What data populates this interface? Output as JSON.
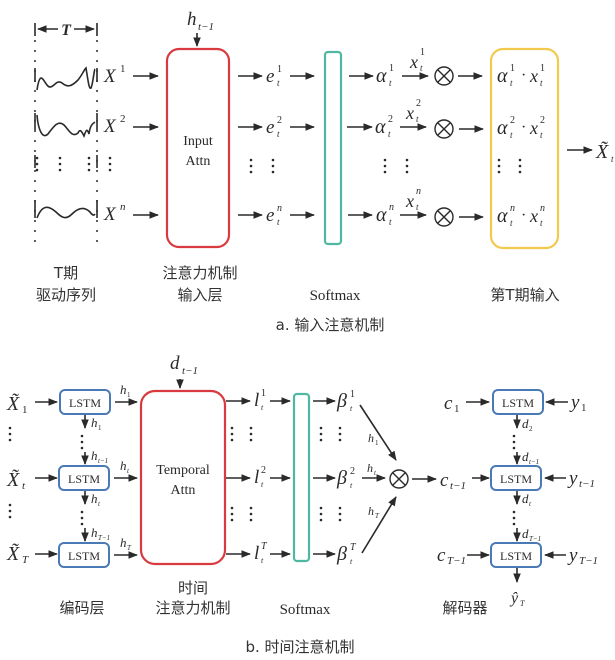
{
  "colors": {
    "input_attn_border": "#d93a3f",
    "softmax_border": "#4fb8a0",
    "output_box_border": "#f2c94c",
    "lstm_border": "#4a7ab5",
    "ink": "#2a2a2a"
  },
  "part_a": {
    "caption": "a. 输入注意机制",
    "window_label": "T",
    "series_labels": [
      "X",
      "X",
      "X"
    ],
    "series_superscripts": [
      "1",
      "2",
      "n"
    ],
    "context_label": "h",
    "context_sub": "t−1",
    "input_attn_box": {
      "line1": "Input",
      "line2": "Attn"
    },
    "e_labels": [
      "e",
      "e",
      "e"
    ],
    "e_superscripts": [
      "1",
      "2",
      "n"
    ],
    "t_sub": "t",
    "alpha_labels": [
      "α",
      "α",
      "α"
    ],
    "alpha_superscripts": [
      "1",
      "2",
      "n"
    ],
    "x_labels": [
      "x",
      "x",
      "x"
    ],
    "x_superscripts": [
      "1",
      "2",
      "n"
    ],
    "otimes": "⊗",
    "products": [
      "α · x",
      "α · x",
      "α · x"
    ],
    "output_label": "X̃",
    "output_sub": "t",
    "bottom_labels": {
      "series_line1": "T期",
      "series_line2": "驱动序列",
      "attn_line1": "注意力机制",
      "attn_line2": "输入层",
      "softmax": "Softmax",
      "output": "第T期输入"
    }
  },
  "part_b": {
    "caption": "b. 时间注意机制",
    "inputs": [
      "X̃",
      "X̃",
      "X̃"
    ],
    "input_subs": [
      "1",
      "t",
      "T"
    ],
    "lstm_label": "LSTM",
    "h_labels": [
      "h",
      "h",
      "h"
    ],
    "h_subs": [
      "1",
      "t",
      "T"
    ],
    "h_down_subs": [
      "1",
      "t−1",
      "t",
      "T−1"
    ],
    "context_label": "d",
    "context_sub": "t−1",
    "temporal_box": {
      "line1": "Temporal",
      "line2": "Attn"
    },
    "l_labels": [
      "l",
      "l",
      "l"
    ],
    "l_superscripts": [
      "1",
      "2",
      "T"
    ],
    "beta_labels": [
      "β",
      "β",
      "β"
    ],
    "beta_superscripts": [
      "1",
      "2",
      "T"
    ],
    "otimes": "⊗",
    "c_labels": [
      "c",
      "c",
      "c"
    ],
    "c_subs": [
      "1",
      "t−1",
      "T−1"
    ],
    "y_labels": [
      "y",
      "y",
      "y"
    ],
    "y_subs": [
      "1",
      "t−1",
      "T−1"
    ],
    "d_down_subs": [
      "2",
      "t−1",
      "t",
      "T−1"
    ],
    "output_label": "ŷ",
    "output_sub": "T",
    "bottom_labels": {
      "encoder": "编码层",
      "attn_line1": "时间",
      "attn_line2": "注意力机制",
      "softmax": "Softmax",
      "decoder": "解码器"
    }
  }
}
